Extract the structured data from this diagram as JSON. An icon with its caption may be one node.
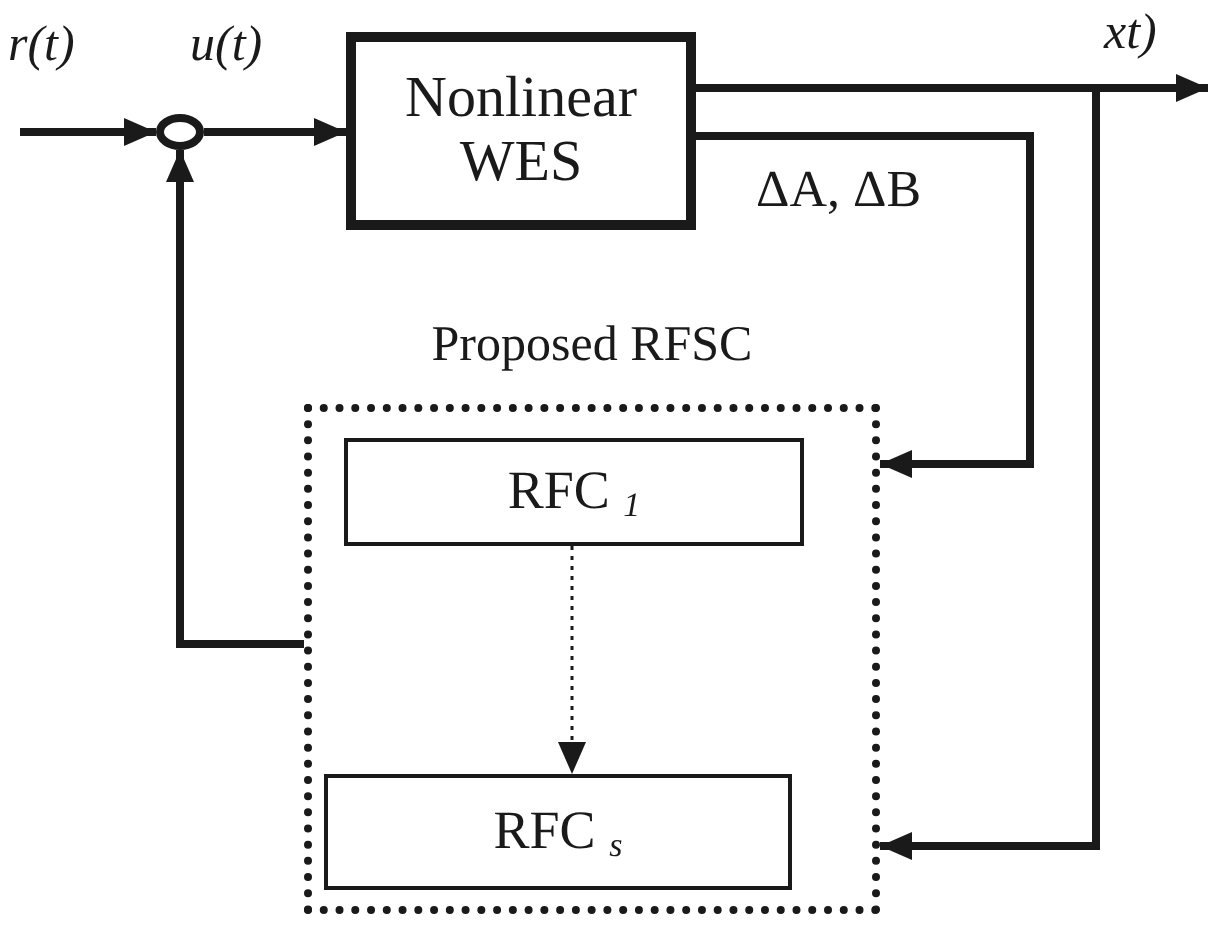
{
  "diagram": {
    "nodes": [
      {
        "text": [],
        "shape": "circle"
      },
      {
        "text": [
          "Nonlinear WES"
        ]
      },
      {
        "text": [
          "Proposed RFSC"
        ]
      },
      {
        "text": [
          "RFC $_{1}$"
        ],
        "in": 2
      },
      {
        "text": [
          "RFC $_{s}$"
        ],
        "in": 2
      }
    ],
    "edges": [
      {
        "from": null,
        "to": 0,
        "arrow": "to",
        "label": "r(t)"
      },
      {
        "from": 0,
        "to": 1,
        "arrow": "to",
        "label": "u(t)"
      },
      {
        "from": 1,
        "to": null,
        "arrow": "to",
        "label": "xt)"
      },
      {
        "from": 1,
        "to": 2,
        "arrow": "to",
        "label": "ΔA, ΔB"
      },
      {
        "from": 1,
        "to": 2,
        "arrow": "to"
      },
      {
        "from": 3,
        "to": 4,
        "arrow": "to",
        "style": "dashed"
      },
      {
        "from": 2,
        "to": 0,
        "arrow": "to"
      }
    ]
  }
}
